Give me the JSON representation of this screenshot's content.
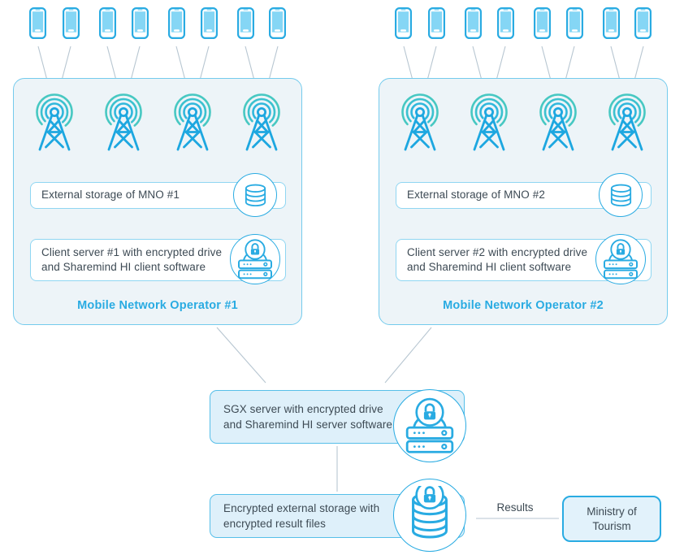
{
  "colors": {
    "accent_blue": "#29abe2",
    "teal_arcs": "#47c8c2",
    "mno_box_fill": "#edf4f8",
    "panel_fill": "#def0fa",
    "connector_line": "#b7c6d1",
    "text": "#3d4a54"
  },
  "icons": {
    "phone": "smartphone-icon",
    "tower": "cell-tower-icon",
    "database": "database-icon",
    "lock": "padlock-icon",
    "server": "server-rack-icon"
  },
  "mno1": {
    "title": "Mobile Network Operator #1",
    "storage_label": "External storage of MNO #1",
    "server_line1": "Client server #1 with encrypted drive",
    "server_line2": "and Sharemind HI client software"
  },
  "mno2": {
    "title": "Mobile Network Operator #2",
    "storage_label": "External storage of MNO #2",
    "server_line1": "Client server #2 with encrypted drive",
    "server_line2": "and Sharemind HI client software"
  },
  "sgx": {
    "line1": "SGX server with encrypted drive",
    "line2": "and Sharemind HI server software"
  },
  "encrypted_storage": {
    "line1": "Encrypted external storage with",
    "line2": "encrypted result files"
  },
  "results_label": "Results",
  "ministry": {
    "line1": "Ministry of",
    "line2": "Tourism"
  }
}
